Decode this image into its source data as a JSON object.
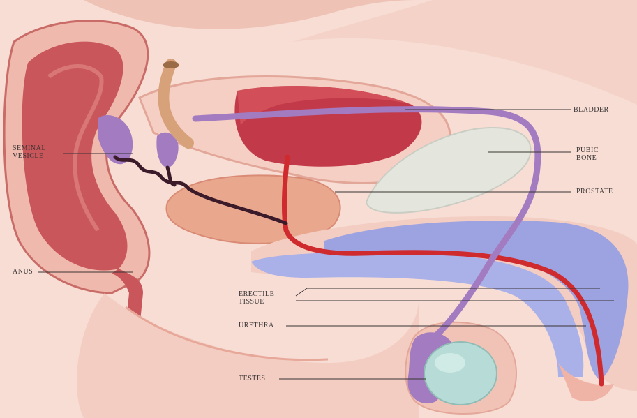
{
  "labels": {
    "seminal_vesicle": [
      "SEMINAL",
      "VESICLE"
    ],
    "anus": "ANUS",
    "bladder": "BLADDER",
    "pubic_bone": [
      "PUBIC",
      "BONE"
    ],
    "prostate": "PROSTATE",
    "erectile_tissue": [
      "ERECTILE",
      "TISSUE"
    ],
    "urethra": "URETHRA",
    "testes": "TESTES"
  },
  "colors": {
    "background": "#fbeee9",
    "tissue": "#f3cdc2",
    "tissue_dark": "#e7a89a",
    "rectum": "#c9565a",
    "bladder": "#c23a4a",
    "vas_deferens": "#a37bc0",
    "urethra": "#cf2a2e",
    "erectile": "#9da3e0",
    "pubic_bone": "#e4e6dd",
    "testis": "#b7dbd6",
    "ureter": "#d7a27a",
    "leader_line": "#3a3434"
  }
}
